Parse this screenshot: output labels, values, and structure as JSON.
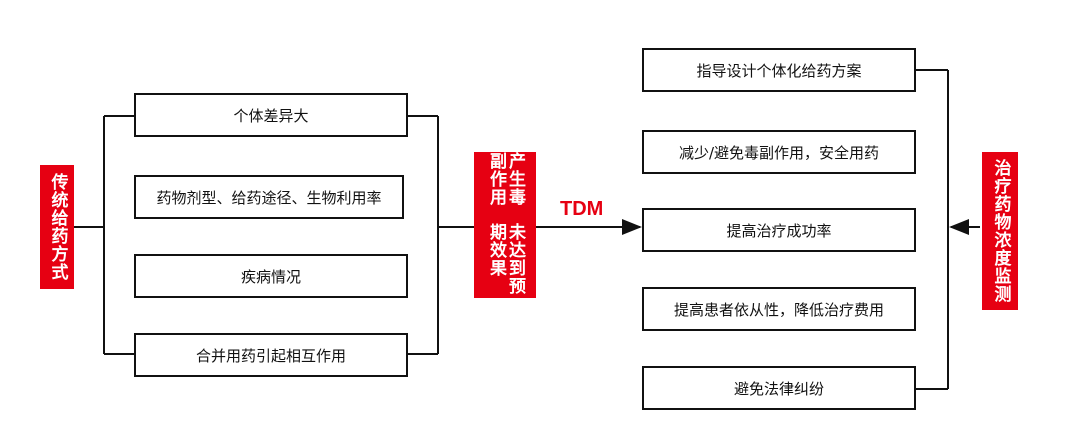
{
  "left_tag": "传统给药方式",
  "left_boxes": [
    "个体差异大",
    "药物剂型、给药途径、生物利用率",
    "疾病情况",
    "合并用药引起相互作用"
  ],
  "middle_tag": {
    "col1": "未达到预期效果",
    "col2": "产生毒副作用"
  },
  "arrow_label": "TDM",
  "right_boxes": [
    "指导设计个体化给药方案",
    "减少/避免毒副作用，安全用药",
    "提高治疗成功率",
    "提高患者依从性，降低治疗费用",
    "避免法律纠纷"
  ],
  "right_tag": "治疗药物浓度监测",
  "colors": {
    "accent": "#e60012",
    "line": "#111111"
  }
}
